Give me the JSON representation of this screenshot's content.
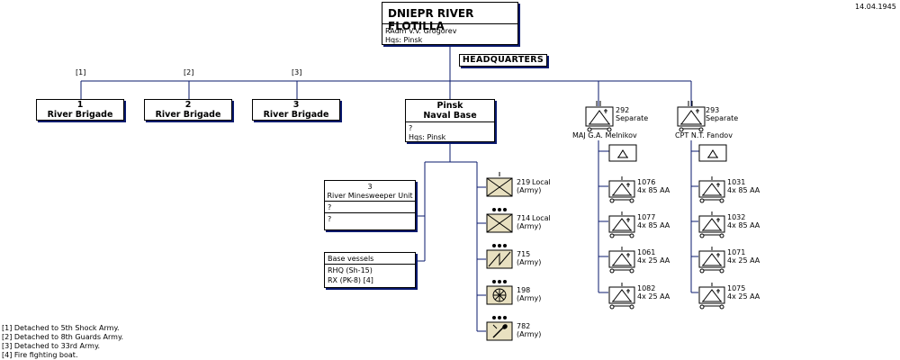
{
  "date": "14.04.1945",
  "flotilla": {
    "title": "DNIEPR RIVER FLOTILLA",
    "commander": "RAdm  V.V. Grogorev",
    "hqs": "Hqs:  Pinsk"
  },
  "headquarters_label": "HEADQUARTERS",
  "brigades": [
    {
      "note": "[1]",
      "line1": "1",
      "line2": "River Brigade"
    },
    {
      "note": "[2]",
      "line1": "2",
      "line2": "River Brigade"
    },
    {
      "note": "[3]",
      "line1": "3",
      "line2": "River Brigade"
    }
  ],
  "naval_base": {
    "line1": "Pinsk",
    "line2": "Naval Base",
    "commander": "?",
    "hqs": "Hqs:  Pinsk"
  },
  "minesweeper": {
    "line1": "3",
    "line2": "River Minesweeper Unit",
    "row1": "?",
    "row2": "?"
  },
  "base_vessels": {
    "title": "Base vessels",
    "items": [
      "RHQ (Sh-15)",
      "RX (PK-8) [4]"
    ]
  },
  "army_units": [
    {
      "number": "219",
      "desc": "Local",
      "sub": "(Army)",
      "symbol": "infantry-x-icon"
    },
    {
      "number": "714",
      "desc": "Local",
      "sub": "(Army)",
      "symbol": "infantry-x-icon"
    },
    {
      "number": "715",
      "desc": "",
      "sub": "(Army)",
      "symbol": "signal-zigzag-icon"
    },
    {
      "number": "198",
      "desc": "",
      "sub": "(Army)",
      "symbol": "wheel-icon"
    },
    {
      "number": "782",
      "desc": "",
      "sub": "(Army)",
      "symbol": "engineer-shovel-icon"
    }
  ],
  "aa_battalions": [
    {
      "number": "292",
      "desc": "Separate",
      "commander": "MAJ  G.A. Melnikov",
      "subunits": [
        {
          "number": "1076",
          "desc": "4x 85 AA"
        },
        {
          "number": "1077",
          "desc": "4x 85 AA"
        },
        {
          "number": "1061",
          "desc": "4x 25 AA"
        },
        {
          "number": "1082",
          "desc": "4x 25 AA"
        }
      ]
    },
    {
      "number": "293",
      "desc": "Separate",
      "commander": "CPT  N.T. Fandov",
      "subunits": [
        {
          "number": "1031",
          "desc": "4x 85 AA"
        },
        {
          "number": "1032",
          "desc": "4x 85 AA"
        },
        {
          "number": "1071",
          "desc": "4x 25 AA"
        },
        {
          "number": "1075",
          "desc": "4x 25 AA"
        }
      ]
    }
  ],
  "footnotes": [
    "[1] Detached to 5th Shock Army.",
    "[2] Detached to 8th Guards Army.",
    "[3] Detached to 33rd Army.",
    "[4] Fire fighting boat."
  ],
  "colors": {
    "lines": "#0a1a6e",
    "symbol_fill": "#e8e0c0"
  }
}
